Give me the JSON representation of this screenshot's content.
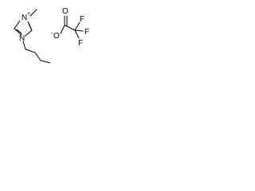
{
  "cation": {
    "atoms": {
      "n_methyl": "N",
      "n_butyl": "N"
    },
    "charge": "+"
  },
  "anion": {
    "atoms": {
      "o_charged": "O",
      "o_carbonyl": "O",
      "f_top": "F",
      "f_right": "F",
      "f_bottom": "F"
    },
    "charge": "-"
  }
}
